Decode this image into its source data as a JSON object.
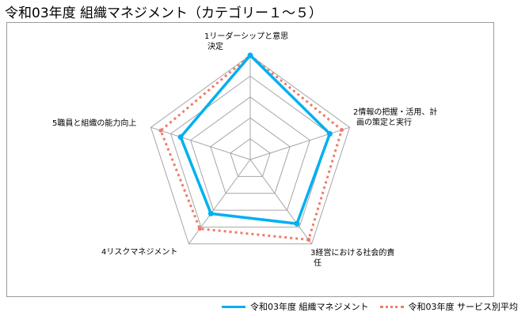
{
  "title": "令和03年度 組織マネジメント（カテゴリー１～５）",
  "chart_data": {
    "type": "radar",
    "categories": [
      [
        "1リーダーシップと意思",
        "決定"
      ],
      [
        "2情報の把握・活用、計",
        "画の策定と実行"
      ],
      [
        "3経営における社会的責",
        "任"
      ],
      [
        "4リスクマネジメント"
      ],
      [
        "5職員と組織の能力向上"
      ]
    ],
    "rmax": 5,
    "ticks": [
      1,
      2,
      3,
      4,
      5
    ],
    "series": [
      {
        "name": "令和03年度 組織マネジメント",
        "color": "#00b0f0",
        "style": "solid",
        "values": [
          5.0,
          4.0,
          3.8,
          3.2,
          3.5
        ]
      },
      {
        "name": "令和03年度 サービス別平均",
        "color": "#f07b6e",
        "style": "dotted",
        "values": [
          5.0,
          4.6,
          4.75,
          4.1,
          4.5
        ]
      }
    ],
    "legend_position": "bottom"
  }
}
